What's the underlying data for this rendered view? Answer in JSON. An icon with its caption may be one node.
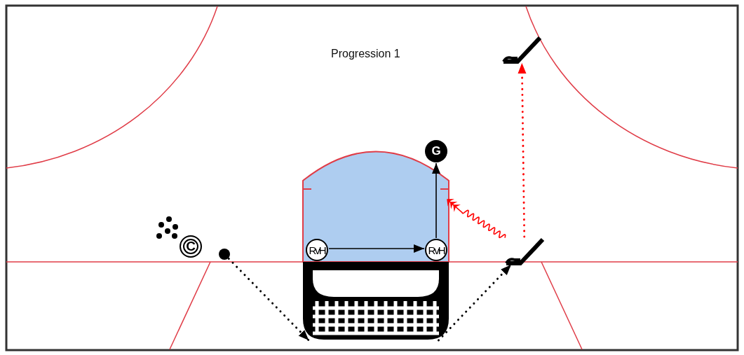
{
  "diagram": {
    "title": "Progression 1",
    "nodes": [
      {
        "text": [],
        "shape": "stick"
      },
      {
        "text": [
          "G"
        ]
      },
      {
        "text": [],
        "shape": "crease"
      },
      {
        "text": [
          "C"
        ]
      },
      {
        "text": [],
        "shape": "circle"
      },
      {
        "text": [
          "RvH"
        ],
        "in": 2
      },
      {
        "text": [
          "RvH"
        ],
        "in": 2
      },
      {
        "text": [],
        "shape": "stick"
      },
      {
        "text": [],
        "shape": "net"
      }
    ],
    "edges": [
      {
        "from": 4,
        "to": 8,
        "arrow": "to",
        "style": "dashed"
      },
      {
        "from": 8,
        "to": 7,
        "arrow": "to",
        "style": "dashed"
      },
      {
        "from": 5,
        "to": 6,
        "arrow": "to"
      },
      {
        "from": 6,
        "to": 1,
        "arrow": "to"
      },
      {
        "from": 7,
        "to": 0,
        "arrow": "to",
        "style": "dashed",
        "color": "#ff0000"
      },
      {
        "from": 7,
        "to": 2,
        "arrow": "to",
        "color": "#ff0000"
      }
    ]
  }
}
